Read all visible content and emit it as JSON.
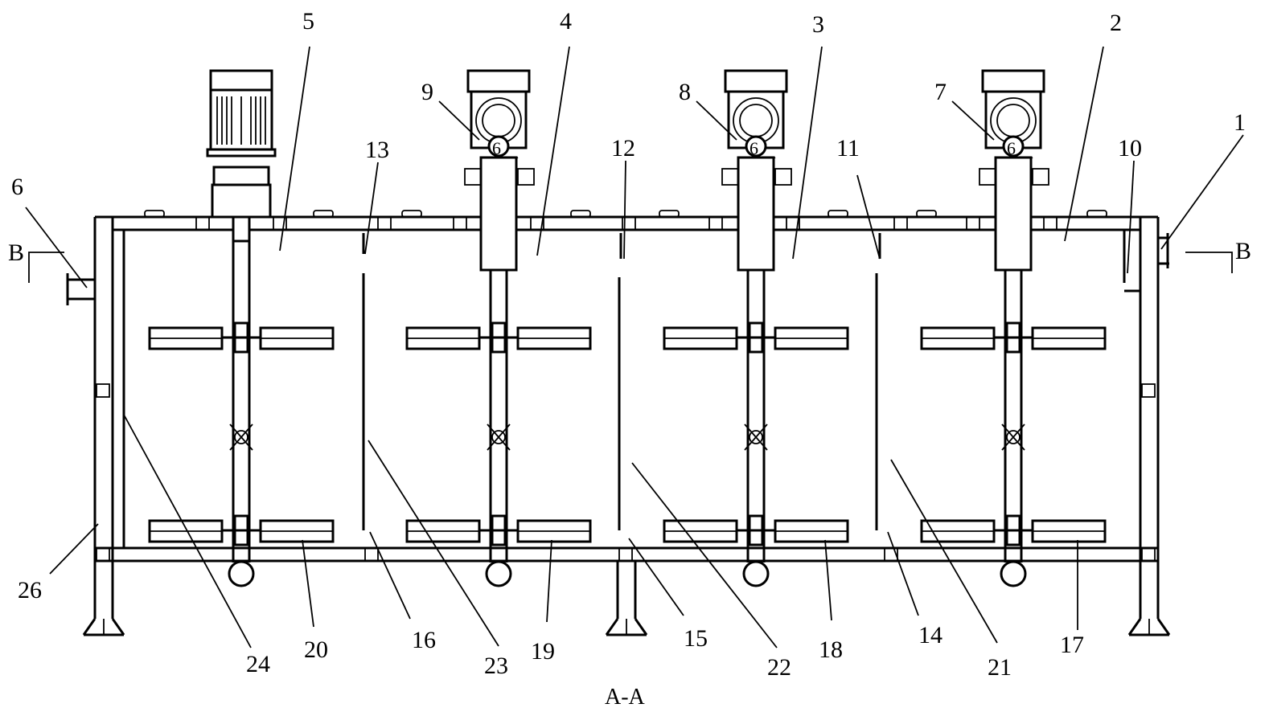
{
  "figure": {
    "view_title": "A-A",
    "section_marker": "B"
  },
  "callouts": [
    {
      "text": "1",
      "part": "inlet"
    },
    {
      "text": "2",
      "part": "chamber"
    },
    {
      "text": "3",
      "part": "chamber"
    },
    {
      "text": "4",
      "part": "chamber"
    },
    {
      "text": "5",
      "part": "chamber"
    },
    {
      "text": "6",
      "part": "outlet"
    },
    {
      "text": "7",
      "part": "mixer-drive"
    },
    {
      "text": "8",
      "part": "mixer-drive"
    },
    {
      "text": "9",
      "part": "mixer-drive"
    },
    {
      "text": "10",
      "part": "inlet-baffle"
    },
    {
      "text": "11",
      "part": "upper-baffle"
    },
    {
      "text": "12",
      "part": "upper-baffle"
    },
    {
      "text": "13",
      "part": "upper-baffle"
    },
    {
      "text": "14",
      "part": "lower-gap"
    },
    {
      "text": "15",
      "part": "lower-gap"
    },
    {
      "text": "16",
      "part": "lower-gap"
    },
    {
      "text": "17",
      "part": "lower-impeller"
    },
    {
      "text": "18",
      "part": "lower-impeller"
    },
    {
      "text": "19",
      "part": "lower-impeller"
    },
    {
      "text": "20",
      "part": "lower-impeller"
    },
    {
      "text": "21",
      "part": "partition"
    },
    {
      "text": "22",
      "part": "partition"
    },
    {
      "text": "23",
      "part": "partition"
    },
    {
      "text": "24",
      "part": "partition"
    },
    {
      "text": "26",
      "part": "frame"
    }
  ]
}
